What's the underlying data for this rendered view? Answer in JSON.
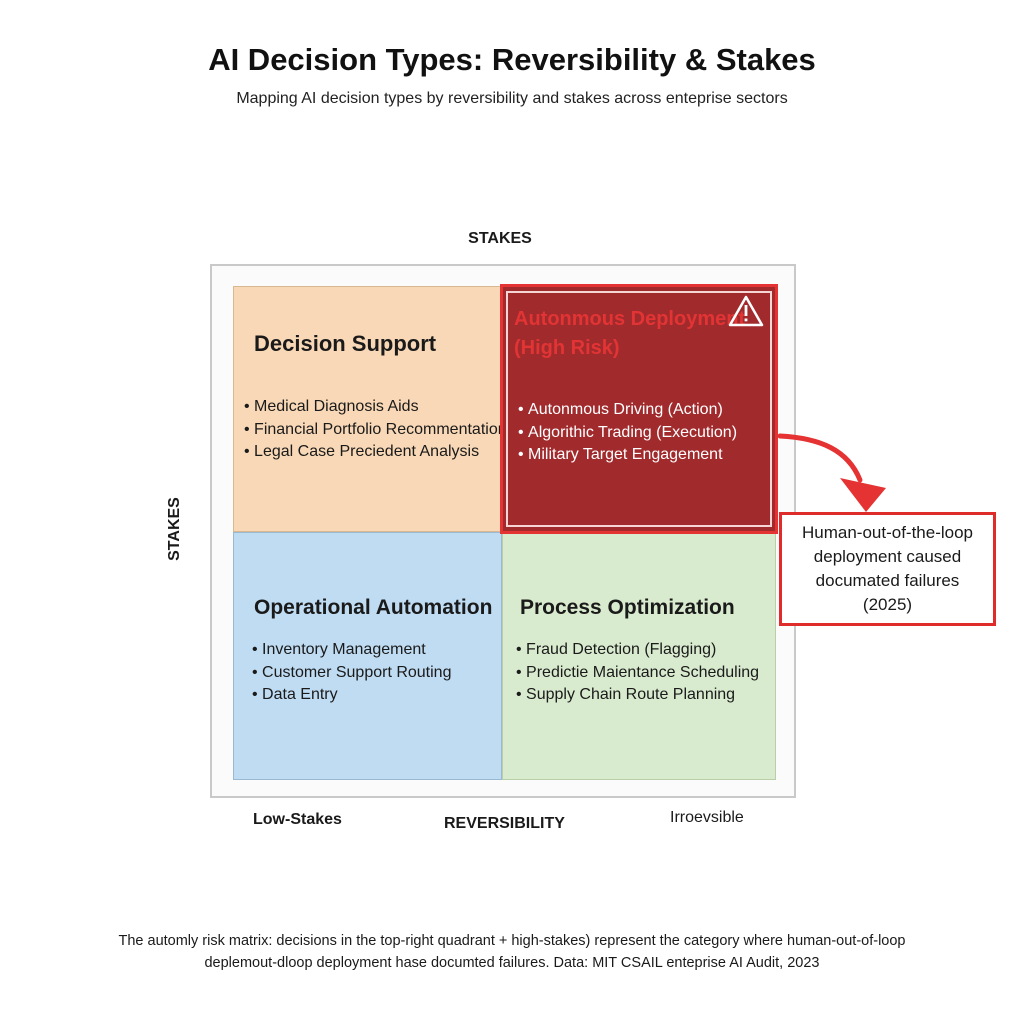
{
  "title": "AI Decision Types: Reversibility & Stakes",
  "subtitle": "Mapping AI decision types by reversibility and stakes across enteprise sectors",
  "axes": {
    "top": "STAKES",
    "left": "STAKES",
    "bottom_center": "REVERSIBILITY",
    "bottom_left": "Low-Stakes",
    "bottom_right": "Irroevsible"
  },
  "quadrants": {
    "top_left": {
      "title": "Decision Support",
      "items": [
        "Medical Diagnosis Aids",
        "Financial Portfolio Recommentations",
        "Legal Case Preciedent Analysis"
      ]
    },
    "top_right": {
      "title": "Autonmous Deployment (High Risk)",
      "items": [
        "Autonmous Driving (Action)",
        "Algorithic Trading (Execution)",
        "Military Target Engagement"
      ]
    },
    "bottom_left": {
      "title": "Operational Automation",
      "items": [
        "Inventory Management",
        "Customer Support Routing",
        "Data Entry"
      ]
    },
    "bottom_right": {
      "title": "Process Optimization",
      "items": [
        "Fraud Detection (Flagging)",
        "Predictie Maientance Scheduling",
        "Supply Chain Route Planning"
      ]
    }
  },
  "callout": "Human-out-of-the-loop deployment caused documated failures (2025)",
  "caption": {
    "line1": "The automly risk matrix: decisions in the top-right quadrant + high-stakes) represent the category where human-out-of-loop",
    "line2": "deplemout-dloop deployment hase documted failures. Data: MIT CSAIL enteprise AI Audit, 2023"
  },
  "colors": {
    "decision_support": "#f8d8b6",
    "autonomous": "#a12a2d",
    "operational": "#bfdcf3",
    "process": "#d9ebcf",
    "accent_red": "#e53232"
  },
  "icons": {
    "warning": "warning-triangle-icon",
    "arrow": "curved-arrow-icon"
  }
}
